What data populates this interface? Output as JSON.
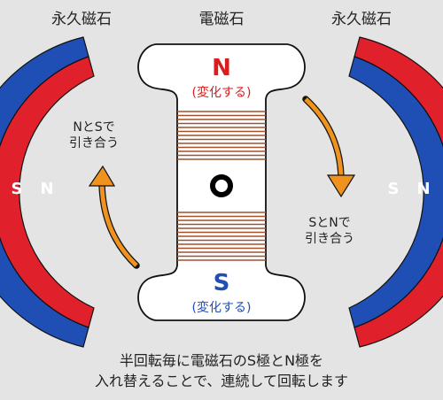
{
  "labels": {
    "left_magnet": "永久磁石",
    "center_magnet": "電磁石",
    "right_magnet": "永久磁石"
  },
  "electromagnet": {
    "top_pole": "N",
    "top_note": "(変化する)",
    "bottom_pole": "S",
    "bottom_note": "(変化する)"
  },
  "left_magnet_poles": {
    "outer": "S",
    "inner": "N"
  },
  "right_magnet_poles": {
    "inner": "S",
    "outer": "N"
  },
  "left_arrow_caption": [
    "NとSで",
    "引き合う"
  ],
  "right_arrow_caption": [
    "SとNで",
    "引き合う"
  ],
  "footer": [
    "半回転毎に電磁石のS極とN極を",
    "入れ替えることで、連続して回転します"
  ],
  "colors": {
    "background": "#e4e4e4",
    "north": "#e0202a",
    "south": "#1f4fb5",
    "north_label": "#d81e1e",
    "south_label": "#1f4fb5",
    "arrow": "#f0921e",
    "coil": "#a0522d"
  }
}
